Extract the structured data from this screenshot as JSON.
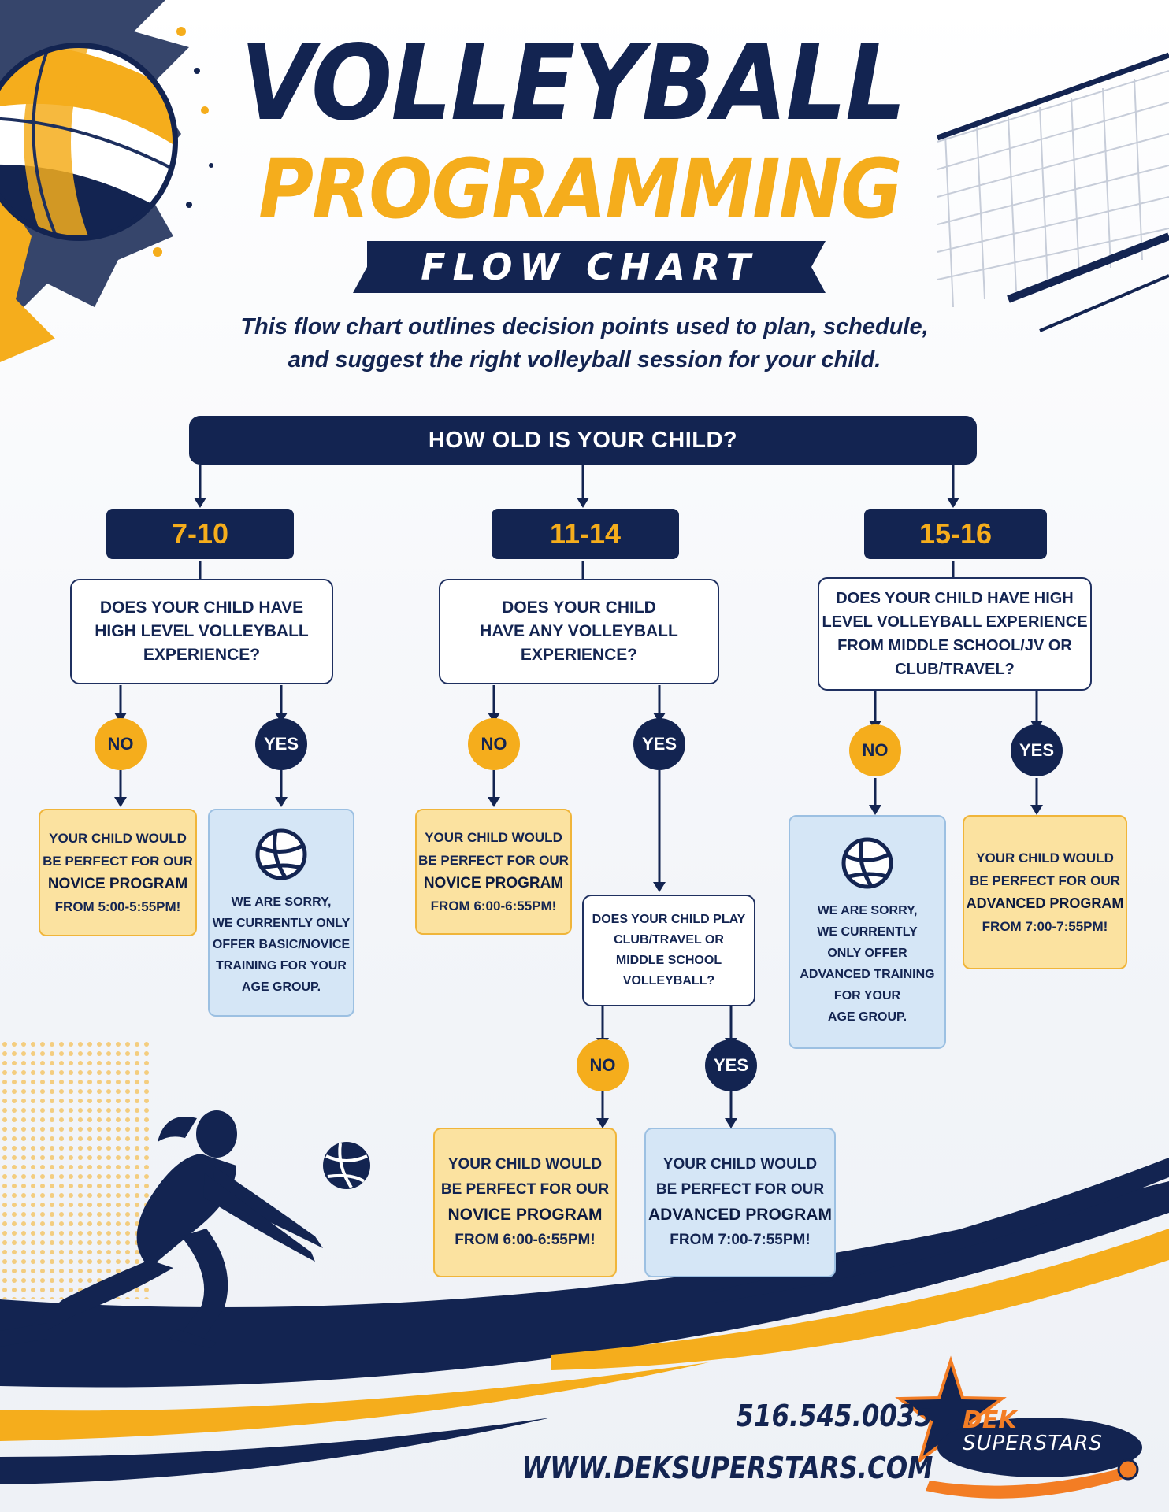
{
  "title": {
    "line1": "VOLLEYBALL",
    "line2": "PROGRAMMING",
    "ribbon": "FLOW CHART"
  },
  "intro": [
    "This flow chart outlines decision points used to plan, schedule,",
    "and suggest the right volleyball session for your child."
  ],
  "root_question": "HOW OLD IS YOUR CHILD?",
  "branches": [
    {
      "age": "7-10",
      "question": [
        "DOES YOUR CHILD HAVE",
        "HIGH LEVEL VOLLEYBALL",
        "EXPERIENCE?"
      ],
      "no_label": "NO",
      "yes_label": "YES",
      "no_result": [
        "YOUR CHILD WOULD",
        "BE PERFECT FOR OUR",
        "NOVICE PROGRAM",
        "FROM 5:00-5:55PM!"
      ],
      "yes_result": [
        "WE ARE SORRY,",
        "WE CURRENTLY ONLY",
        "OFFER BASIC/NOVICE",
        "TRAINING FOR YOUR",
        "AGE GROUP."
      ]
    },
    {
      "age": "11-14",
      "question": [
        "DOES YOUR CHILD",
        "HAVE ANY VOLLEYBALL",
        "EXPERIENCE?"
      ],
      "no_label": "NO",
      "yes_label": "YES",
      "no_result": [
        "YOUR CHILD WOULD",
        "BE PERFECT FOR OUR",
        "NOVICE PROGRAM",
        "FROM 6:00-6:55PM!"
      ],
      "sub_question": [
        "DOES YOUR CHILD PLAY",
        "CLUB/TRAVEL OR",
        "MIDDLE SCHOOL",
        "VOLLEYBALL?"
      ],
      "sub_no_label": "NO",
      "sub_yes_label": "YES",
      "sub_no_result": [
        "YOUR CHILD WOULD",
        "BE PERFECT FOR OUR",
        "NOVICE PROGRAM",
        "FROM 6:00-6:55PM!"
      ],
      "sub_yes_result": [
        "YOUR CHILD WOULD",
        "BE PERFECT FOR OUR",
        "ADVANCED PROGRAM",
        "FROM 7:00-7:55PM!"
      ]
    },
    {
      "age": "15-16",
      "question": [
        "DOES YOUR CHILD HAVE HIGH",
        "LEVEL VOLLEYBALL EXPERIENCE",
        "FROM MIDDLE SCHOOL/JV OR",
        "CLUB/TRAVEL?"
      ],
      "no_label": "NO",
      "yes_label": "YES",
      "no_result": [
        "WE ARE SORRY,",
        "WE CURRENTLY",
        "ONLY OFFER",
        "ADVANCED TRAINING",
        "FOR YOUR",
        "AGE GROUP."
      ],
      "yes_result": [
        "YOUR CHILD WOULD",
        "BE PERFECT FOR OUR",
        "ADVANCED PROGRAM",
        "FROM 7:00-7:55PM!"
      ]
    }
  ],
  "contact": {
    "phone": "516.545.0035",
    "website": "WWW.DEKSUPERSTARS.COM"
  },
  "logo": {
    "line1": "DEK",
    "line2": "SUPERSTARS"
  },
  "colors": {
    "navy": "#132451",
    "gold": "#f5ad1c",
    "gold_box": "#fbe2a0",
    "blue_box": "#d5e6f6",
    "logo_orange": "#f37d24"
  },
  "icons": [
    "volleyball-icon",
    "player-silhouette",
    "net-graphic",
    "star-logo-icon"
  ]
}
